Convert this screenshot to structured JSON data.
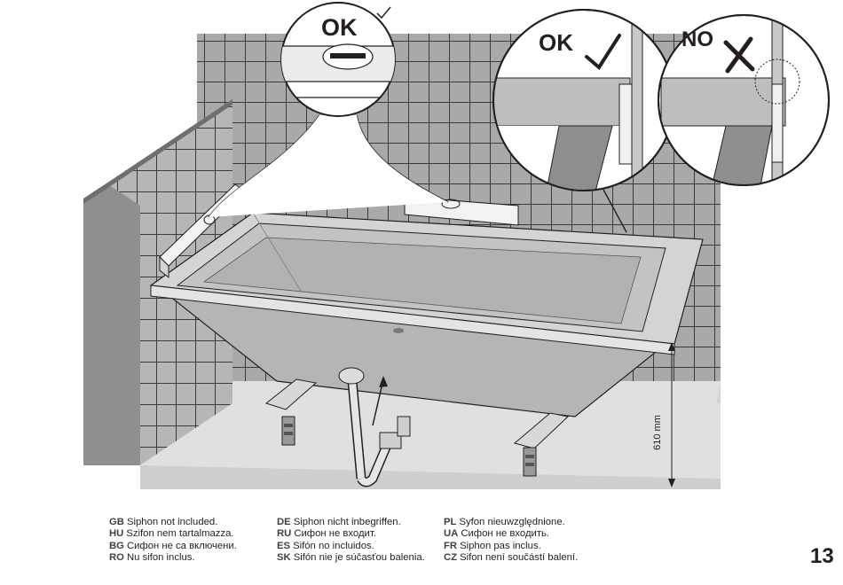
{
  "callouts": {
    "top": "OK",
    "right_ok": "OK",
    "right_no": "NO"
  },
  "dimension": "610 mm",
  "notes": {
    "col1": [
      {
        "code": "GB",
        "text": "Siphon not included."
      },
      {
        "code": "HU",
        "text": "Szifon nem tartalmazza."
      },
      {
        "code": "BG",
        "text": "Сифон не са включени."
      },
      {
        "code": "RO",
        "text": "Nu sifon inclus."
      }
    ],
    "col2": [
      {
        "code": "DE",
        "text": "Siphon nicht inbegriffen."
      },
      {
        "code": "RU",
        "text": "Сифон не входит."
      },
      {
        "code": "ES",
        "text": "Sifón no incluidos."
      },
      {
        "code": "SK",
        "text": "Sifón nie je súčasťou balenia."
      }
    ],
    "col3": [
      {
        "code": "PL",
        "text": "Syfon nieuwzględnione."
      },
      {
        "code": "UA",
        "text": "Сифон не входить."
      },
      {
        "code": "FR",
        "text": "Siphon pas inclus."
      },
      {
        "code": "CZ",
        "text": "Sifon není součástí balení."
      }
    ]
  },
  "page_number": "13",
  "colors": {
    "tile": "#a9a9ab",
    "grout": "#3b3b3d",
    "floor": "#e0e0e1",
    "tub": "#b3b3b5",
    "outline": "#231f20"
  },
  "icons": [
    "check-icon",
    "cross-icon"
  ]
}
